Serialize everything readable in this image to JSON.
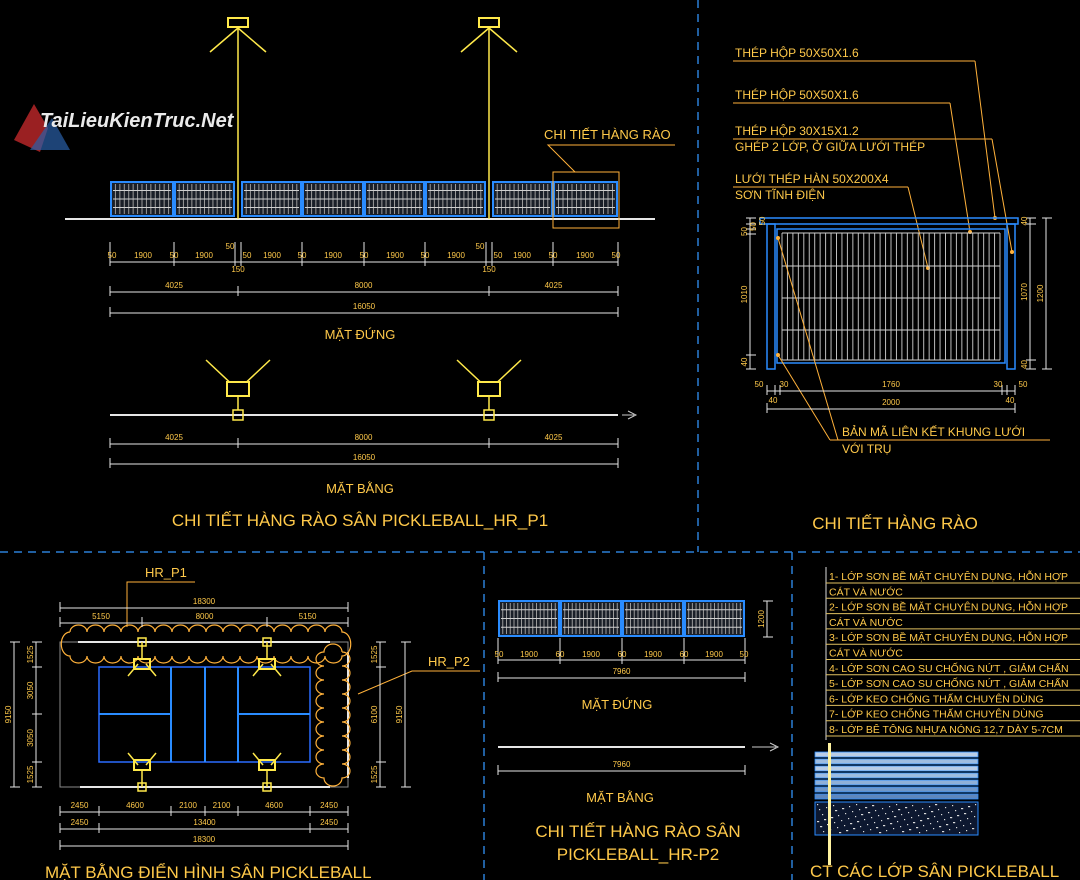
{
  "logo": {
    "text": "TaiLieuKienTruc.Net"
  },
  "colors": {
    "background": "#000000",
    "text": "#ffc94a",
    "fence": "#2a8cff",
    "lamp": "#ffe94a",
    "dimension": "#e6e6e6"
  },
  "p1": {
    "callout": "CHI TIẾT HÀNG RÀO",
    "elevation_dims": [
      "50",
      "1900",
      "50",
      "1900",
      "50",
      "50",
      "1900",
      "50",
      "1900",
      "50",
      "1900",
      "50",
      "1900",
      "50",
      "50",
      "1900",
      "50",
      "1900",
      "50"
    ],
    "post_gap": "150",
    "overall_dims": [
      "4025",
      "8000",
      "4025"
    ],
    "total": "16050",
    "elevation_label": "MẶT ĐỨNG",
    "plan_dims": [
      "4025",
      "8000",
      "4025"
    ],
    "plan_total": "16050",
    "plan_label": "MẶT BẰNG",
    "title": "CHI TIẾT HÀNG RÀO SÂN PICKLEBALL_HR_P1"
  },
  "detail": {
    "notes": [
      "THÉP HỘP 50X50X1.6",
      "THÉP HỘP 50X50X1.6",
      "THÉP HỘP 30X15X1.2",
      "GHÉP 2 LỚP, Ở GIỮA LƯỚI THÉP",
      "LƯỚI THÉP HÀN 50X200X4",
      "SƠN TĨNH ĐIỆN"
    ],
    "left_dims": [
      "50",
      "50",
      "50",
      "1010",
      "40"
    ],
    "right_dims": [
      "40",
      "1070",
      "1200",
      "40"
    ],
    "bottom_dims": [
      "50",
      "30",
      "1760",
      "30",
      "50"
    ],
    "bottom_sub": [
      "40",
      "2000",
      "40"
    ],
    "plate_note": [
      "BẢN MÃ LIÊN KẾT KHUNG LƯỚI",
      "VỚI TRỤ"
    ],
    "title": "CHI TIẾT HÀNG RÀO"
  },
  "plan": {
    "hr_p1": "HR_P1",
    "hr_p2": "HR_P2",
    "top_total": "18300",
    "top_dims": [
      "5150",
      "8000",
      "5150"
    ],
    "bottom_row1": [
      "2450",
      "4600",
      "2100",
      "2100",
      "4600",
      "2450"
    ],
    "bottom_row2": [
      "2450",
      "13400",
      "2450"
    ],
    "bottom_total": "18300",
    "left_total": "9150",
    "left_dims": [
      "1525",
      "3050",
      "3050",
      "1525"
    ],
    "right_dims": [
      "1525",
      "6100",
      "1525"
    ],
    "right_total": "9150",
    "title": "MẶT BẰNG ĐIỂN HÌNH SÂN PICKLEBALL"
  },
  "p2": {
    "height": "1200",
    "elevation_dims": [
      "50",
      "1900",
      "60",
      "1900",
      "60",
      "1900",
      "60",
      "1900",
      "50"
    ],
    "total": "7960",
    "elevation_label": "MẶT ĐỨNG",
    "plan_total": "7960",
    "plan_label": "MẶT BẰNG",
    "title_line1": "CHI TIẾT HÀNG RÀO SÂN",
    "title_line2": "PICKLEBALL_HR-P2"
  },
  "layers": {
    "items": [
      "1- LỚP SƠN BỀ MẶT CHUYÊN DỤNG, HỖN HỢP",
      "CÁT VÀ NƯỚC",
      "2- LỚP SƠN BỀ MẶT CHUYÊN DỤNG, HỖN HỢP",
      "CÁT VÀ NƯỚC",
      "3- LỚP SƠN BỀ MẶT CHUYÊN DỤNG, HỖN HỢP",
      "CÁT VÀ NƯỚC",
      "4- LỚP SƠN CAO SU CHỐNG NỨT , GIẢM CHẤN",
      "5- LỚP SƠN CAO SU CHỐNG NỨT , GIẢM CHẤN",
      "6- LỚP KEO CHỐNG THẤM CHUYÊN DÙNG",
      "7- LỚP KEO CHỐNG THẤM CHUYÊN DÙNG",
      "8- LỚP BÊ TÔNG NHỰA NÓNG 12,7 DÀY 5-7CM"
    ],
    "title": "CT CÁC LỚP SÂN PICKLEBALL"
  }
}
